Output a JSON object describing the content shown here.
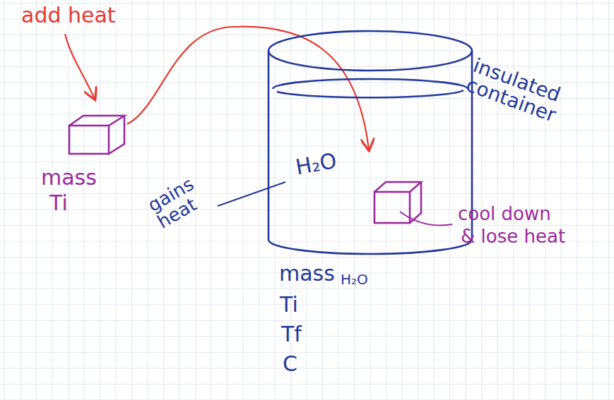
{
  "diagram": {
    "labels": [
      "add heat",
      "mass",
      "Ti",
      "H₂O",
      "insulated container",
      "gains heat",
      "cool down",
      "& lose heat",
      "mass",
      "H₂O",
      "Ti",
      "Tf",
      "C"
    ]
  }
}
